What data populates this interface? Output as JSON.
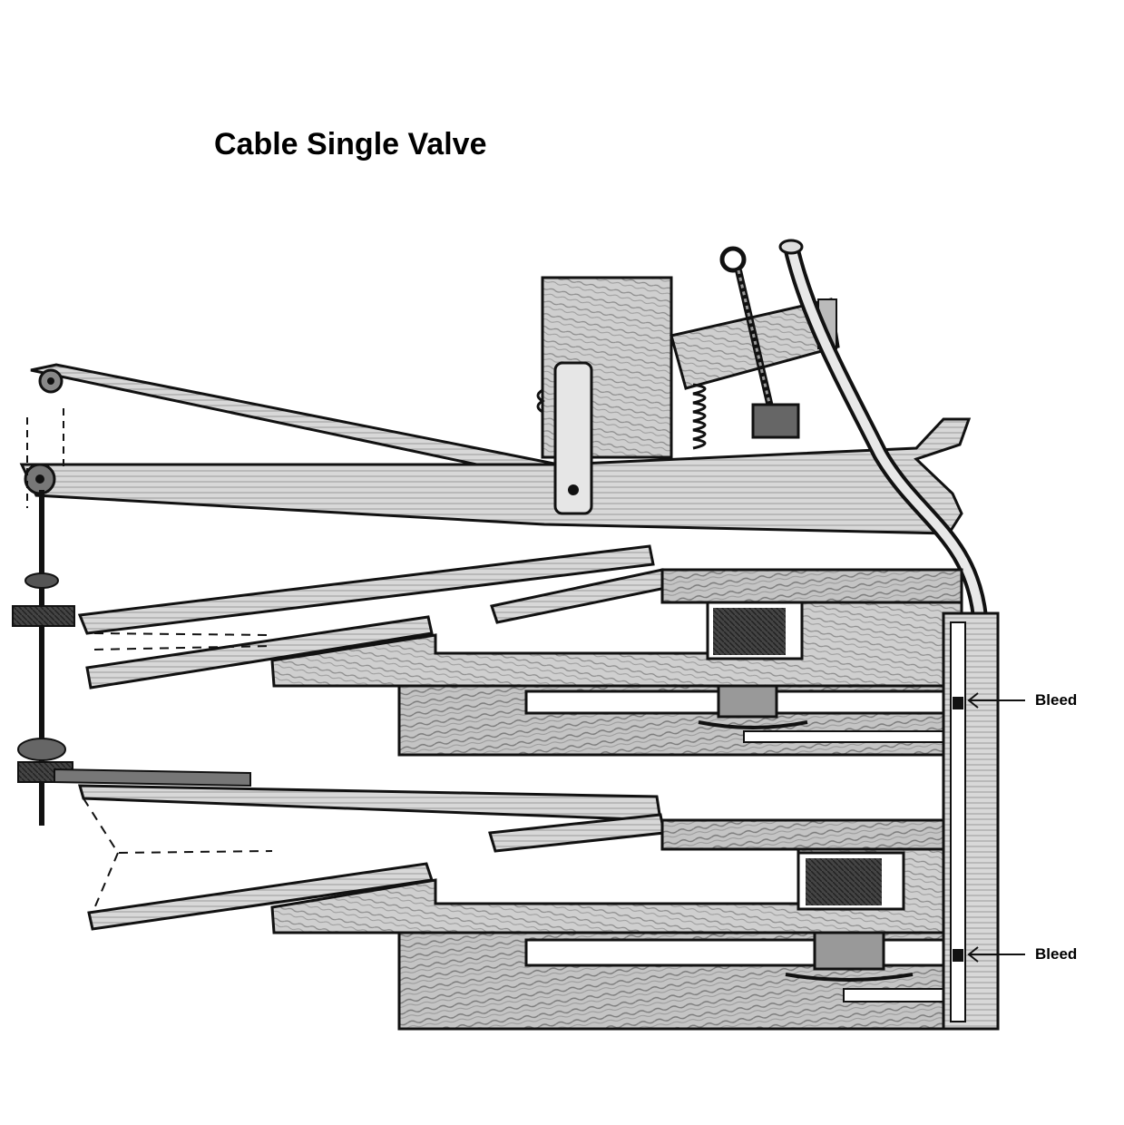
{
  "diagram": {
    "title": "Cable Single Valve",
    "labels": {
      "bleed_upper": "Bleed",
      "bleed_lower": "Bleed"
    }
  }
}
